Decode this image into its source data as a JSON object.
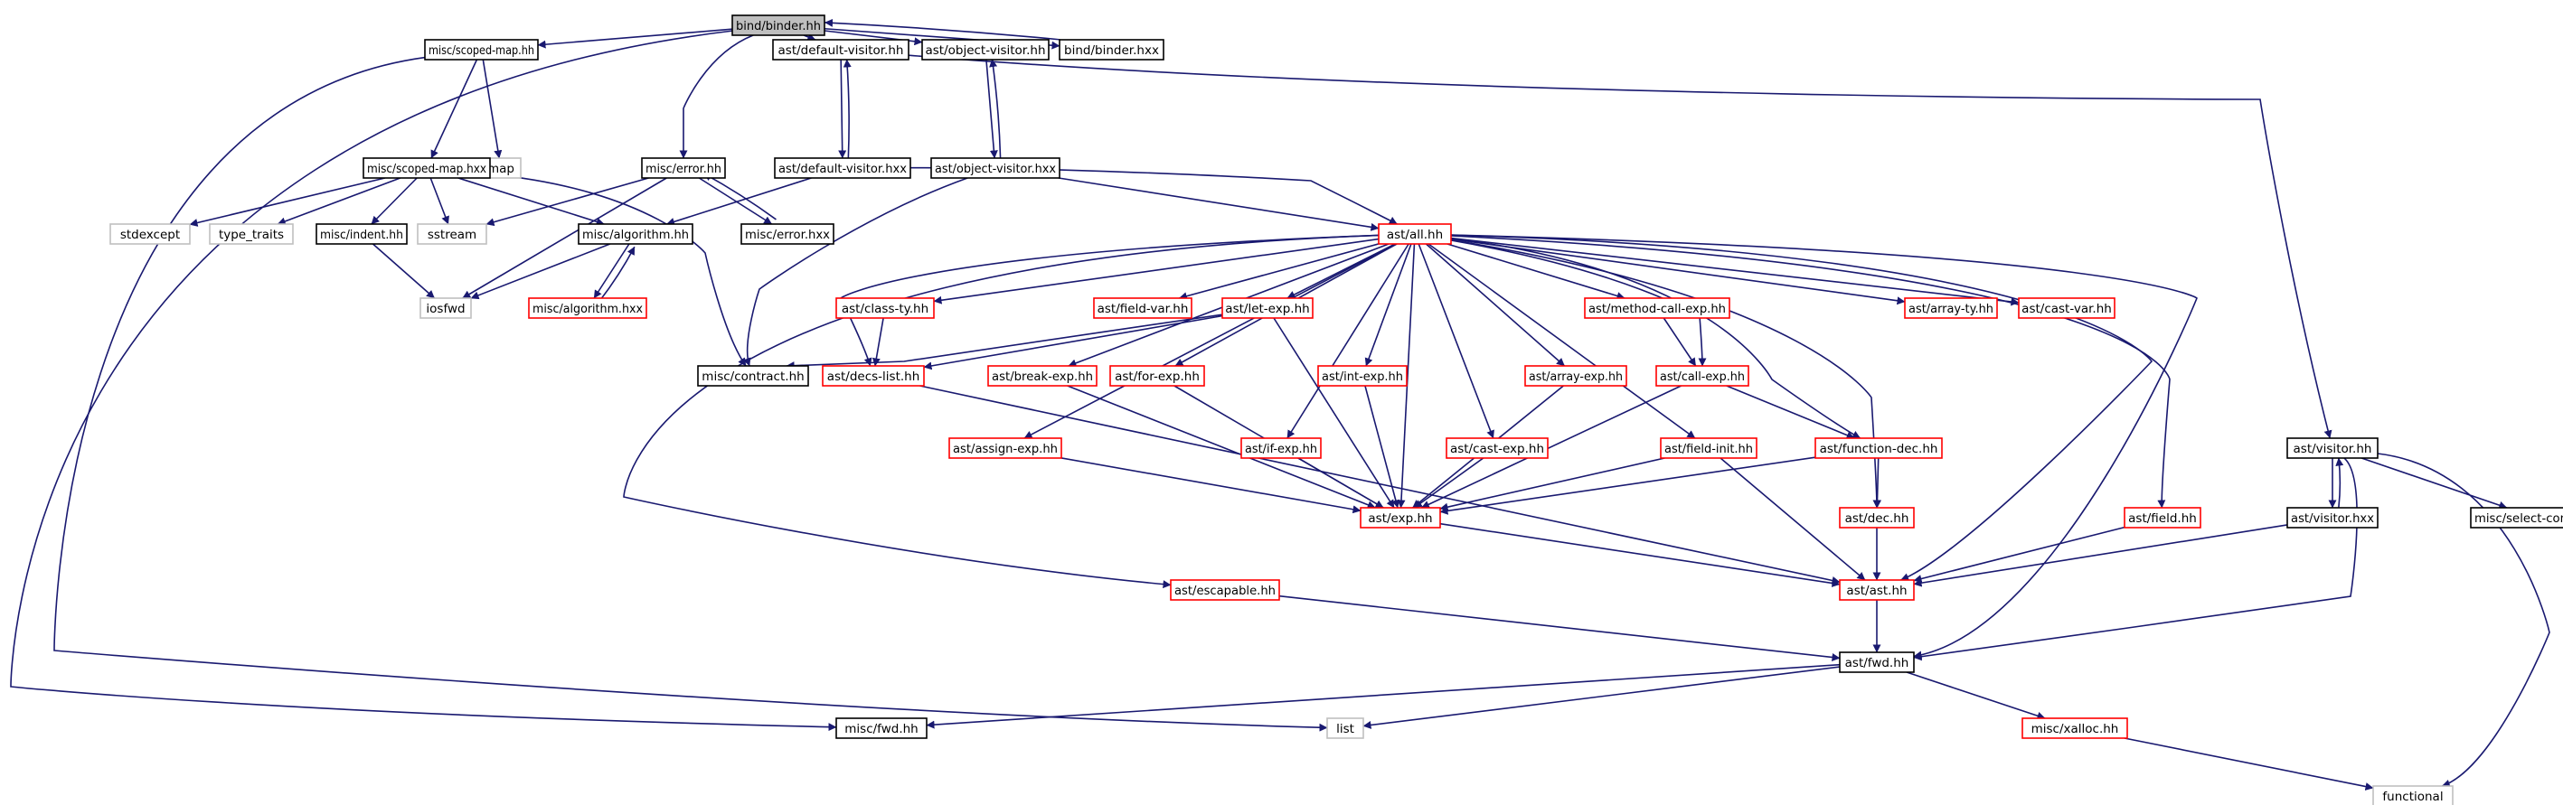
{
  "colors": {
    "edge": "#191970",
    "box_normal": "#000000",
    "box_incomplete": "#ff0000",
    "box_system": "#bfbfbf",
    "box_root_fill": "#bfbfbf",
    "box_fill": "#ffffff"
  },
  "nodes": [
    {
      "id": "binder_hh",
      "label": "bind/binder.hh",
      "style": "root"
    },
    {
      "id": "scoped_map_hh",
      "label": "misc/scoped-map.hh",
      "style": "normal"
    },
    {
      "id": "default_visitor_hh",
      "label": "ast/default-visitor.hh",
      "style": "normal"
    },
    {
      "id": "object_visitor_hh",
      "label": "ast/object-visitor.hh",
      "style": "normal"
    },
    {
      "id": "binder_hxx",
      "label": "bind/binder.hxx",
      "style": "normal"
    },
    {
      "id": "map",
      "label": "map",
      "style": "system"
    },
    {
      "id": "scoped_map_hxx",
      "label": "misc/scoped-map.hxx",
      "style": "normal"
    },
    {
      "id": "error_hh",
      "label": "misc/error.hh",
      "style": "normal"
    },
    {
      "id": "default_visitor_hxx",
      "label": "ast/default-visitor.hxx",
      "style": "normal"
    },
    {
      "id": "object_visitor_hxx",
      "label": "ast/object-visitor.hxx",
      "style": "normal"
    },
    {
      "id": "stdexcept",
      "label": "stdexcept",
      "style": "system"
    },
    {
      "id": "type_traits",
      "label": "type_traits",
      "style": "system"
    },
    {
      "id": "indent_hh",
      "label": "misc/indent.hh",
      "style": "normal"
    },
    {
      "id": "sstream",
      "label": "sstream",
      "style": "system"
    },
    {
      "id": "algorithm_hh",
      "label": "misc/algorithm.hh",
      "style": "normal"
    },
    {
      "id": "error_hxx",
      "label": "misc/error.hxx",
      "style": "normal"
    },
    {
      "id": "all_hh",
      "label": "ast/all.hh",
      "style": "incomplete"
    },
    {
      "id": "iosfwd",
      "label": "iosfwd",
      "style": "system"
    },
    {
      "id": "algorithm_hxx",
      "label": "misc/algorithm.hxx",
      "style": "incomplete"
    },
    {
      "id": "class_ty_hh",
      "label": "ast/class-ty.hh",
      "style": "incomplete"
    },
    {
      "id": "field_var_hh",
      "label": "ast/field-var.hh",
      "style": "incomplete"
    },
    {
      "id": "let_exp_hh",
      "label": "ast/let-exp.hh",
      "style": "incomplete"
    },
    {
      "id": "method_call_exp_hh",
      "label": "ast/method-call-exp.hh",
      "style": "incomplete"
    },
    {
      "id": "array_ty_hh",
      "label": "ast/array-ty.hh",
      "style": "incomplete"
    },
    {
      "id": "cast_var_hh",
      "label": "ast/cast-var.hh",
      "style": "incomplete"
    },
    {
      "id": "contract_hh",
      "label": "misc/contract.hh",
      "style": "normal"
    },
    {
      "id": "decs_list_hh",
      "label": "ast/decs-list.hh",
      "style": "incomplete"
    },
    {
      "id": "break_exp_hh",
      "label": "ast/break-exp.hh",
      "style": "incomplete"
    },
    {
      "id": "for_exp_hh",
      "label": "ast/for-exp.hh",
      "style": "incomplete"
    },
    {
      "id": "int_exp_hh",
      "label": "ast/int-exp.hh",
      "style": "incomplete"
    },
    {
      "id": "array_exp_hh",
      "label": "ast/array-exp.hh",
      "style": "incomplete"
    },
    {
      "id": "call_exp_hh",
      "label": "ast/call-exp.hh",
      "style": "incomplete"
    },
    {
      "id": "visitor_hh",
      "label": "ast/visitor.hh",
      "style": "normal"
    },
    {
      "id": "assign_exp_hh",
      "label": "ast/assign-exp.hh",
      "style": "incomplete"
    },
    {
      "id": "if_exp_hh",
      "label": "ast/if-exp.hh",
      "style": "incomplete"
    },
    {
      "id": "cast_exp_hh",
      "label": "ast/cast-exp.hh",
      "style": "incomplete"
    },
    {
      "id": "field_init_hh",
      "label": "ast/field-init.hh",
      "style": "incomplete"
    },
    {
      "id": "function_dec_hh",
      "label": "ast/function-dec.hh",
      "style": "incomplete"
    },
    {
      "id": "visitor_hxx",
      "label": "ast/visitor.hxx",
      "style": "normal"
    },
    {
      "id": "select_const_hh",
      "label": "misc/select-const.hh",
      "style": "normal"
    },
    {
      "id": "exp_hh",
      "label": "ast/exp.hh",
      "style": "incomplete"
    },
    {
      "id": "dec_hh",
      "label": "ast/dec.hh",
      "style": "incomplete"
    },
    {
      "id": "field_hh",
      "label": "ast/field.hh",
      "style": "incomplete"
    },
    {
      "id": "escapable_hh",
      "label": "ast/escapable.hh",
      "style": "incomplete"
    },
    {
      "id": "ast_hh",
      "label": "ast/ast.hh",
      "style": "incomplete"
    },
    {
      "id": "fwd_hh",
      "label": "ast/fwd.hh",
      "style": "normal"
    },
    {
      "id": "misc_fwd_hh",
      "label": "misc/fwd.hh",
      "style": "normal"
    },
    {
      "id": "list",
      "label": "list",
      "style": "system"
    },
    {
      "id": "xalloc_hh",
      "label": "misc/xalloc.hh",
      "style": "incomplete"
    },
    {
      "id": "functional",
      "label": "functional",
      "style": "system"
    }
  ],
  "edges": [
    [
      "binder_hh",
      "scoped_map_hh"
    ],
    [
      "binder_hh",
      "default_visitor_hh"
    ],
    [
      "binder_hh",
      "object_visitor_hh"
    ],
    [
      "binder_hh",
      "binder_hxx"
    ],
    [
      "binder_hh",
      "error_hh"
    ],
    [
      "binder_hh",
      "misc_fwd_hh"
    ],
    [
      "binder_hxx",
      "binder_hh"
    ],
    [
      "scoped_map_hh",
      "map"
    ],
    [
      "scoped_map_hh",
      "scoped_map_hxx"
    ],
    [
      "scoped_map_hh",
      "list"
    ],
    [
      "scoped_map_hxx",
      "stdexcept"
    ],
    [
      "scoped_map_hxx",
      "type_traits"
    ],
    [
      "scoped_map_hxx",
      "indent_hh"
    ],
    [
      "scoped_map_hxx",
      "sstream"
    ],
    [
      "scoped_map_hxx",
      "algorithm_hh"
    ],
    [
      "scoped_map_hxx",
      "contract_hh"
    ],
    [
      "default_visitor_hh",
      "default_visitor_hxx"
    ],
    [
      "default_visitor_hxx",
      "default_visitor_hh"
    ],
    [
      "default_visitor_hh",
      "visitor_hh"
    ],
    [
      "default_visitor_hxx",
      "all_hh"
    ],
    [
      "default_visitor_hxx",
      "algorithm_hh"
    ],
    [
      "object_visitor_hh",
      "object_visitor_hxx"
    ],
    [
      "object_visitor_hxx",
      "object_visitor_hh"
    ],
    [
      "object_visitor_hxx",
      "all_hh"
    ],
    [
      "object_visitor_hxx",
      "contract_hh"
    ],
    [
      "error_hh",
      "sstream"
    ],
    [
      "error_hh",
      "iosfwd"
    ],
    [
      "error_hh",
      "error_hxx"
    ],
    [
      "error_hxx",
      "error_hh"
    ],
    [
      "indent_hh",
      "iosfwd"
    ],
    [
      "algorithm_hh",
      "iosfwd"
    ],
    [
      "algorithm_hh",
      "algorithm_hxx"
    ],
    [
      "algorithm_hxx",
      "algorithm_hh"
    ],
    [
      "all_hh",
      "class_ty_hh"
    ],
    [
      "all_hh",
      "field_var_hh"
    ],
    [
      "all_hh",
      "let_exp_hh"
    ],
    [
      "all_hh",
      "method_call_exp_hh"
    ],
    [
      "all_hh",
      "array_ty_hh"
    ],
    [
      "all_hh",
      "cast_var_hh"
    ],
    [
      "all_hh",
      "decs_list_hh"
    ],
    [
      "all_hh",
      "break_exp_hh"
    ],
    [
      "all_hh",
      "for_exp_hh"
    ],
    [
      "all_hh",
      "int_exp_hh"
    ],
    [
      "all_hh",
      "array_exp_hh"
    ],
    [
      "all_hh",
      "call_exp_hh"
    ],
    [
      "all_hh",
      "assign_exp_hh"
    ],
    [
      "all_hh",
      "if_exp_hh"
    ],
    [
      "all_hh",
      "cast_exp_hh"
    ],
    [
      "all_hh",
      "field_init_hh"
    ],
    [
      "all_hh",
      "function_dec_hh"
    ],
    [
      "all_hh",
      "exp_hh"
    ],
    [
      "all_hh",
      "dec_hh"
    ],
    [
      "all_hh",
      "field_hh"
    ],
    [
      "all_hh",
      "escapable_hh"
    ],
    [
      "all_hh",
      "ast_hh"
    ],
    [
      "all_hh",
      "fwd_hh"
    ],
    [
      "class_ty_hh",
      "decs_list_hh"
    ],
    [
      "let_exp_hh",
      "contract_hh"
    ],
    [
      "let_exp_hh",
      "decs_list_hh"
    ],
    [
      "let_exp_hh",
      "exp_hh"
    ],
    [
      "method_call_exp_hh",
      "call_exp_hh"
    ],
    [
      "decs_list_hh",
      "ast_hh"
    ],
    [
      "break_exp_hh",
      "exp_hh"
    ],
    [
      "for_exp_hh",
      "exp_hh"
    ],
    [
      "int_exp_hh",
      "exp_hh"
    ],
    [
      "array_exp_hh",
      "exp_hh"
    ],
    [
      "call_exp_hh",
      "exp_hh"
    ],
    [
      "call_exp_hh",
      "function_dec_hh"
    ],
    [
      "assign_exp_hh",
      "exp_hh"
    ],
    [
      "if_exp_hh",
      "exp_hh"
    ],
    [
      "cast_exp_hh",
      "exp_hh"
    ],
    [
      "field_init_hh",
      "exp_hh"
    ],
    [
      "field_init_hh",
      "ast_hh"
    ],
    [
      "function_dec_hh",
      "exp_hh"
    ],
    [
      "function_dec_hh",
      "dec_hh"
    ],
    [
      "visitor_hh",
      "visitor_hxx"
    ],
    [
      "visitor_hxx",
      "visitor_hh"
    ],
    [
      "visitor_hh",
      "select_const_hh"
    ],
    [
      "visitor_hh",
      "fwd_hh"
    ],
    [
      "visitor_hh",
      "functional"
    ],
    [
      "visitor_hxx",
      "ast_hh"
    ],
    [
      "exp_hh",
      "ast_hh"
    ],
    [
      "dec_hh",
      "ast_hh"
    ],
    [
      "field_hh",
      "ast_hh"
    ],
    [
      "escapable_hh",
      "fwd_hh"
    ],
    [
      "ast_hh",
      "fwd_hh"
    ],
    [
      "fwd_hh",
      "misc_fwd_hh"
    ],
    [
      "fwd_hh",
      "list"
    ],
    [
      "fwd_hh",
      "xalloc_hh"
    ],
    [
      "xalloc_hh",
      "functional"
    ]
  ]
}
